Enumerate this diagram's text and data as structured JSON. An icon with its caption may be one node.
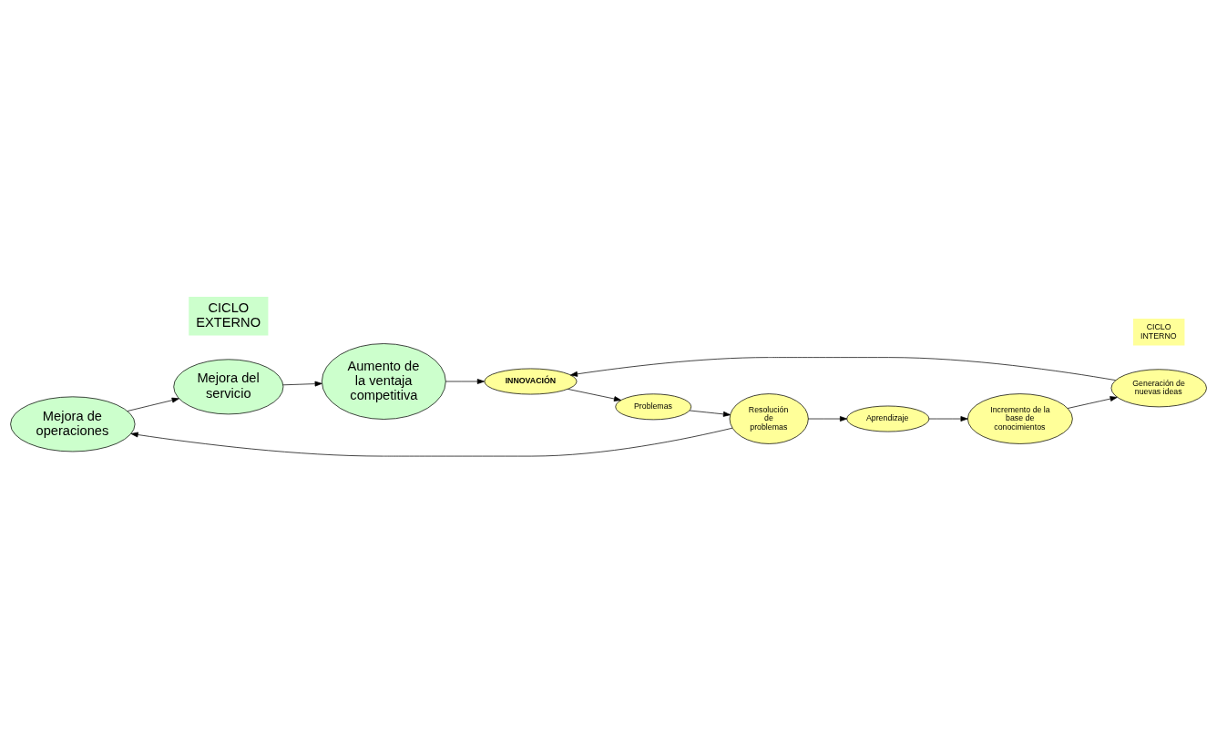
{
  "diagram": {
    "nodes": [
      {
        "text": [
          "Mejora de operaciones"
        ]
      },
      {
        "text": [
          "Mejora del servicio"
        ]
      },
      {
        "text": [
          "Aumento de la ventaja competitiva"
        ]
      },
      {
        "text": [
          "CICLO EXTERNO"
        ]
      },
      {
        "text": [
          "Problemas"
        ]
      },
      {
        "text": [
          "Resolución de problemas"
        ]
      },
      {
        "text": [
          "INNOVACIÓN"
        ]
      },
      {
        "text": [
          "CICLO INTERNO"
        ]
      },
      {
        "text": [
          "Aprendizaje"
        ]
      },
      {
        "text": [
          "Generación de nuevas ideas"
        ]
      },
      {
        "text": [
          "Incremento de la base de conocimientos"
        ]
      }
    ],
    "edges": [
      {
        "from": 0,
        "to": 1,
        "arrow": "to"
      },
      {
        "from": 1,
        "to": 2,
        "arrow": "to"
      },
      {
        "from": 2,
        "to": 6,
        "arrow": "to"
      },
      {
        "from": 6,
        "to": 4,
        "arrow": "to"
      },
      {
        "from": 4,
        "to": 5,
        "arrow": "to"
      },
      {
        "from": 5,
        "to": 0,
        "arrow": "to"
      },
      {
        "from": 5,
        "to": 8,
        "arrow": "to"
      },
      {
        "from": 8,
        "to": 10,
        "arrow": "to"
      },
      {
        "from": 10,
        "to": 9,
        "arrow": "to"
      },
      {
        "from": 9,
        "to": 6,
        "arrow": "to"
      }
    ]
  }
}
